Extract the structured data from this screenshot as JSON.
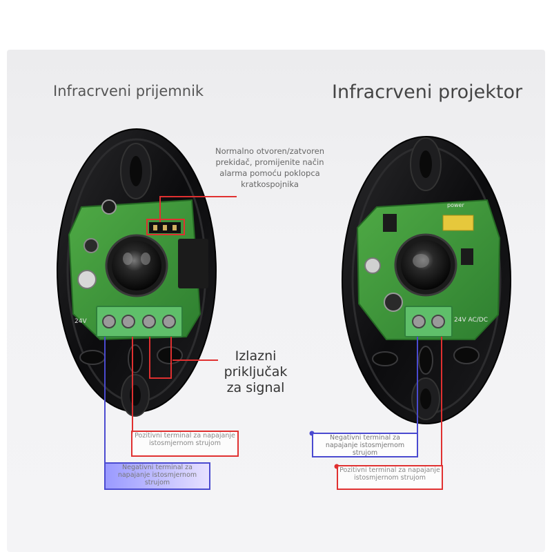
{
  "titles": {
    "left": "Infracrveni prijemnik",
    "right": "Infracrveni projektor"
  },
  "notes": {
    "jumper": "Normalno otvoren/zatvoren prekidač, promijenite način alarma pomoću poklopca kratkospojnika",
    "output": "Izlazni priključak za signal"
  },
  "left_device": {
    "positive_terminal": "Pozitivni terminal za napajanje istosmjernom strujom",
    "negative_terminal": "Negativni terminal za napajanje istosmjernom strujom",
    "board_label": "24V"
  },
  "right_device": {
    "negative_terminal": "Negativni terminal za napajanje istosmjernom strujom",
    "positive_terminal": "Pozitivni terminal za napajanje istosmjernom strujom",
    "board_label": "24V AC/DC",
    "power_label": "power"
  },
  "colors": {
    "annotation_red": "#e03030",
    "annotation_blue": "#4a4ad0",
    "pcb_green": "#3f9a3c",
    "terminal_green": "#5fbf6a",
    "housing": "#141416"
  }
}
